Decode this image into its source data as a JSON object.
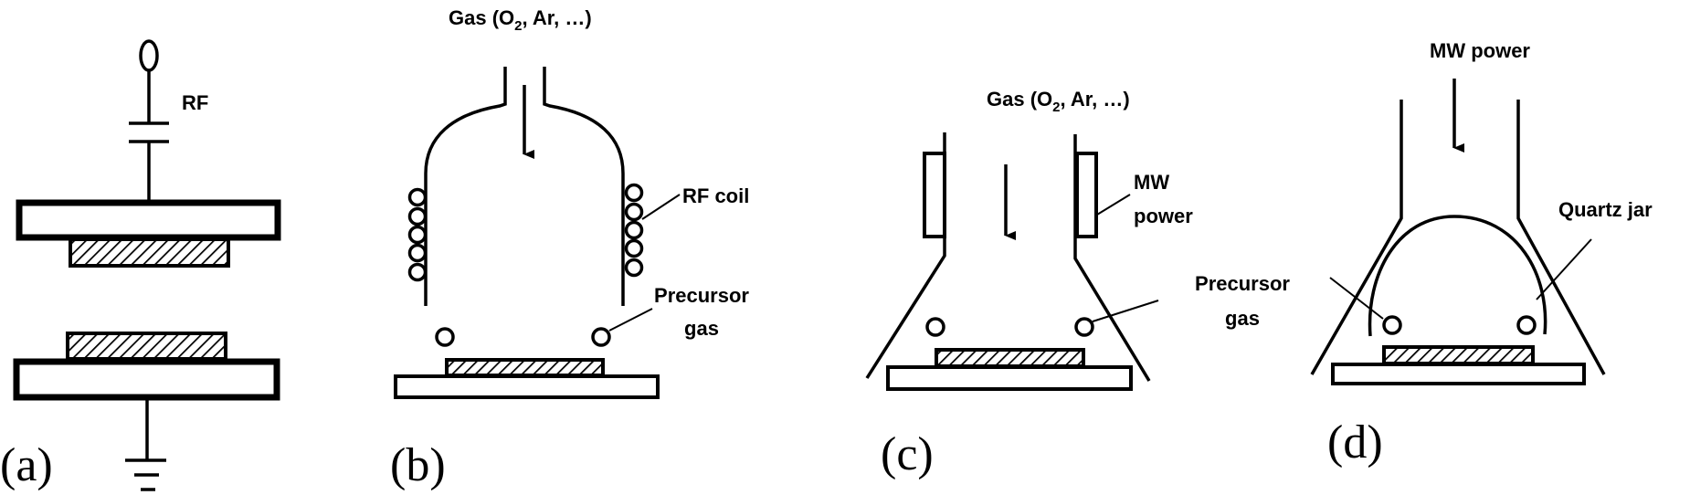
{
  "panels": {
    "a": {
      "label": "(a)",
      "rf": "RF"
    },
    "b": {
      "label": "(b)",
      "gas_prefix": "Gas (O",
      "gas_sub": "2",
      "gas_suffix": ", Ar, …)",
      "rf_coil": "RF coil",
      "precursor_1": "Precursor",
      "precursor_2": "gas"
    },
    "c": {
      "label": "(c)",
      "gas_prefix": "Gas (O",
      "gas_sub": "2",
      "gas_suffix": ", Ar, …)",
      "mw_1": "MW",
      "mw_2": "power",
      "precursor_1": "Precursor",
      "precursor_2": "gas"
    },
    "d": {
      "label": "(d)",
      "mw_power": "MW power",
      "quartz_jar": "Quartz jar",
      "precursor_1": "Precursor",
      "precursor_2": "gas"
    }
  }
}
